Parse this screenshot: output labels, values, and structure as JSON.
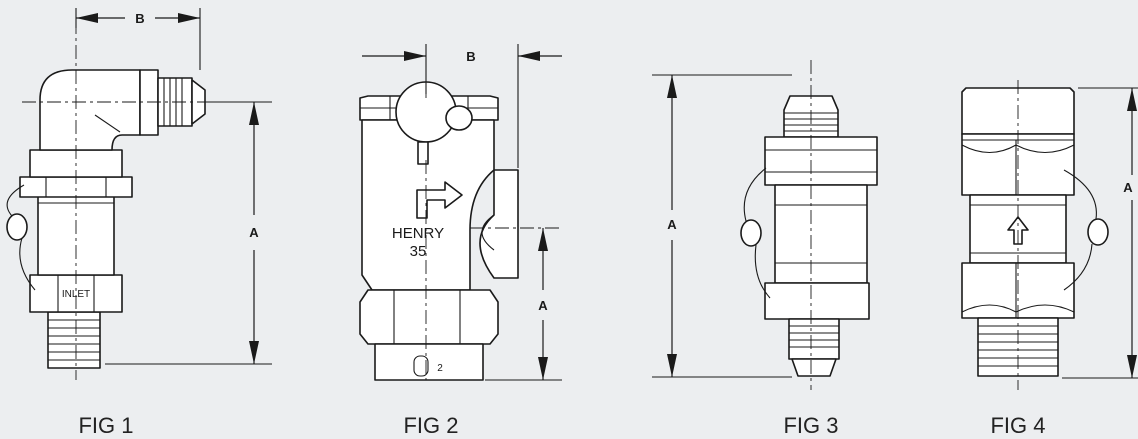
{
  "figures": [
    {
      "caption": "FIG 1",
      "dims": {
        "a": "A",
        "b": "B"
      },
      "body_text": "INLET"
    },
    {
      "caption": "FIG 2",
      "dims": {
        "a": "A",
        "b": "B"
      },
      "body_text": [
        "HENRY",
        "35"
      ],
      "tag_text": "2"
    },
    {
      "caption": "FIG 3",
      "dims": {
        "a": "A"
      }
    },
    {
      "caption": "FIG 4",
      "dims": {
        "a": "A"
      }
    }
  ],
  "colors": {
    "background": "#eceef0",
    "line": "#1a1a1a",
    "fill": "#ffffff"
  },
  "icons": [
    "flow-direction-arrow-icon",
    "up-arrow-icon"
  ]
}
